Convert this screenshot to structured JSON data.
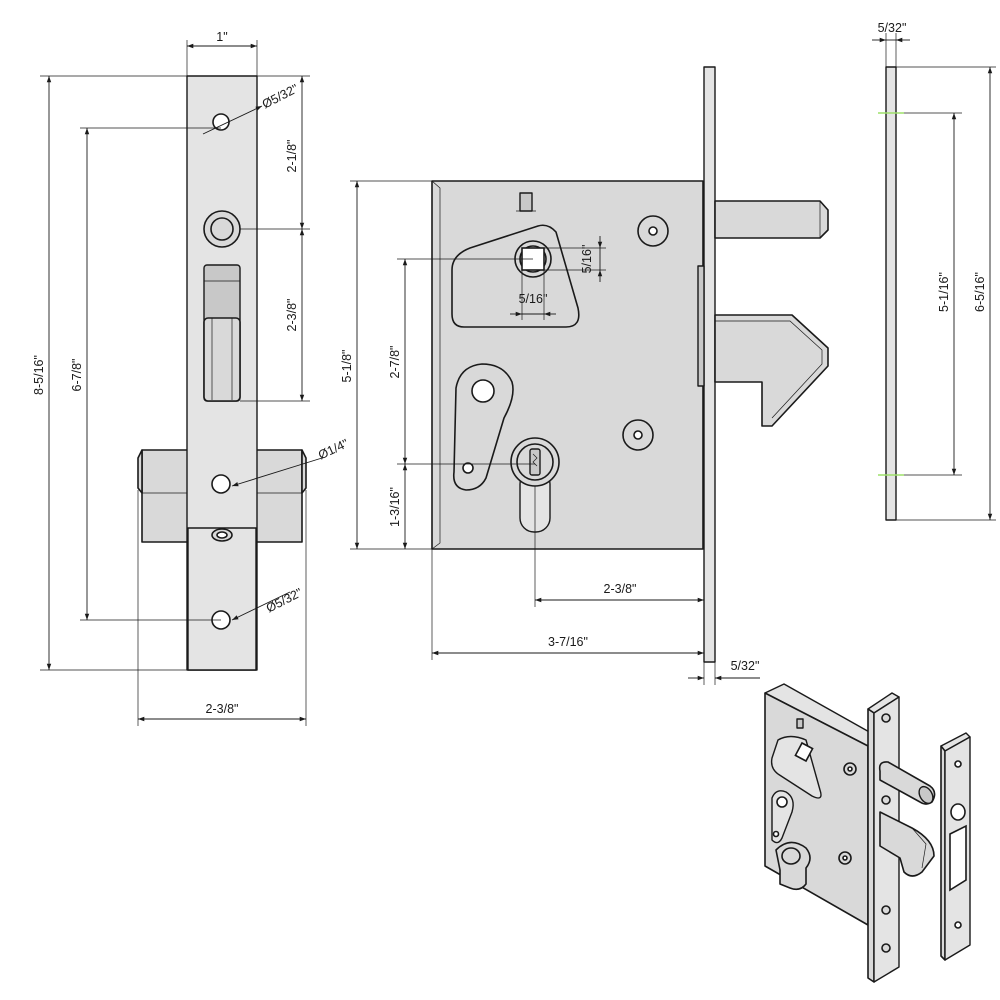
{
  "dimensions": {
    "faceplate_width": "1\"",
    "faceplate_height": "8-5/16\"",
    "hole_center_span": "6-7/8\"",
    "top_hole_dia": "Ø5/32\"",
    "top_hole_spacing": "2-1/8\"",
    "slot_spacing": "2-3/8\"",
    "middle_hole_dia": "Ø1/4\"",
    "bottom_hole_dia": "Ø5/32\"",
    "body_width_front": "2-3/8\"",
    "case_height": "5-1/8\"",
    "follower_size_v": "5/16\"",
    "follower_size_h": "5/16\"",
    "follower_to_cylinder": "2-7/8\"",
    "cylinder_to_bottom": "1-3/16\"",
    "backset": "2-3/8\"",
    "case_depth": "3-7/16\"",
    "faceplate_thickness": "5/32\"",
    "strike_thickness": "5/32\"",
    "strike_hole_span": "5-1/16\"",
    "strike_height": "6-5/16\""
  },
  "colors": {
    "metal": "#d9d9d9",
    "outline": "#1a1a1a",
    "center_mark": "#9ee06a"
  }
}
